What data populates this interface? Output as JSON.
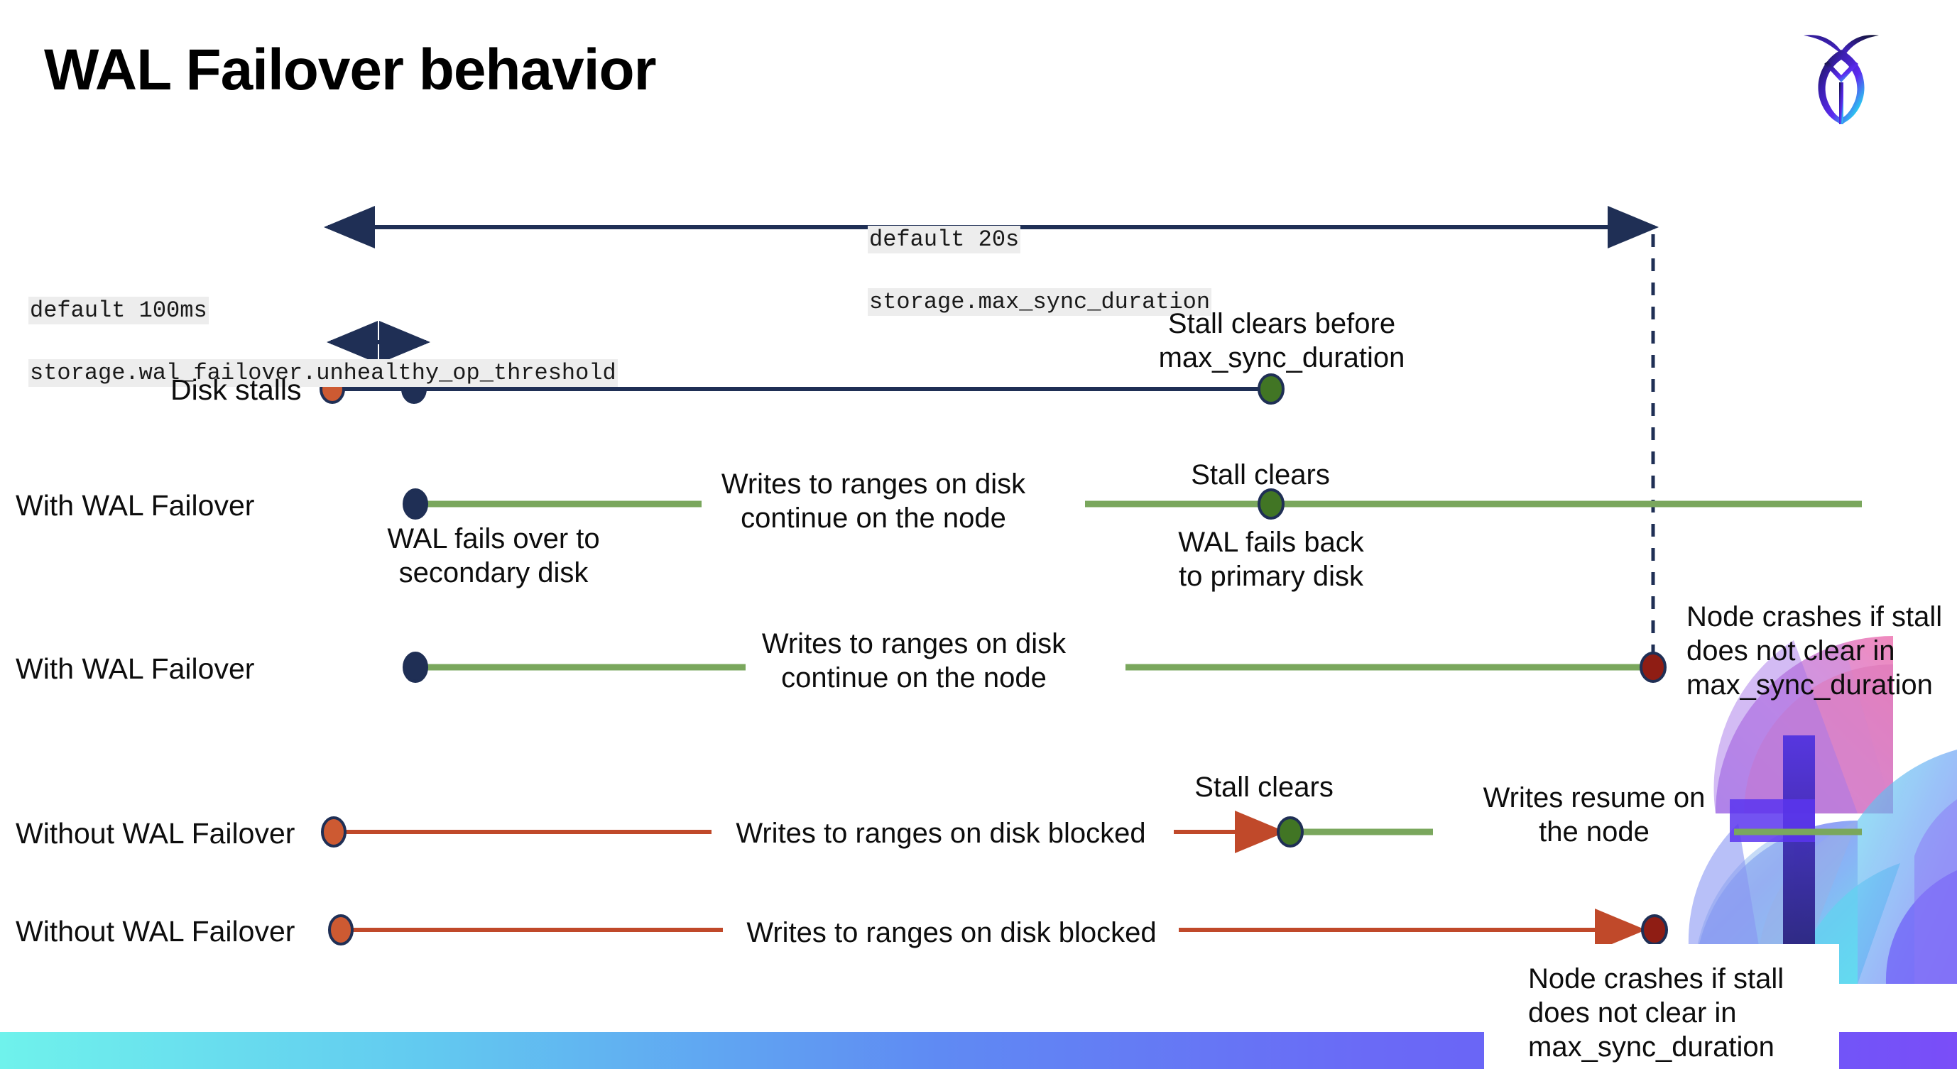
{
  "slide": {
    "title": "WAL Failover behavior",
    "logo_icon": "cockroach-logo-icon",
    "background_color": "#ffffff",
    "bottom_bar_gradient": [
      "#6ff2ec",
      "#5f8af3",
      "#7a4df8"
    ]
  },
  "colors": {
    "navy": "#1f2f55",
    "green_line": "#7aa75d",
    "green_dot": "#417524",
    "orange_line": "#c0492a",
    "orange_dot": "#cd5a32",
    "dark_red_dot": "#8f1d14",
    "code_bg": "#ededed",
    "text": "#0d0d0d"
  },
  "annotations": {
    "max_sync": {
      "default": "default 20s",
      "setting": "storage.max_sync_duration"
    },
    "unhealthy_threshold": {
      "default": "default 100ms",
      "setting": "storage.wal_failover.unhealthy_op_threshold"
    }
  },
  "rows": [
    {
      "id": "disk-stalls",
      "name": "Disk stalls",
      "captions": [
        {
          "id": "stall-clears-before",
          "text": "Stall clears before\nmax_sync_duration"
        }
      ]
    },
    {
      "id": "with-wal-failover-1",
      "name": "With WAL Failover",
      "captions": [
        {
          "id": "wal-fails-over",
          "text": "WAL fails over to\nsecondary disk"
        },
        {
          "id": "writes-continue-1",
          "text": "Writes to ranges on disk\ncontinue on the node"
        },
        {
          "id": "stall-clears-1",
          "text": "Stall clears"
        },
        {
          "id": "wal-fails-back",
          "text": "WAL fails  back\nto primary disk"
        }
      ]
    },
    {
      "id": "with-wal-failover-2",
      "name": "With WAL Failover",
      "captions": [
        {
          "id": "writes-continue-2",
          "text": "Writes to ranges on disk\ncontinue on the node"
        },
        {
          "id": "node-crashes-1",
          "text": "Node crashes if stall\ndoes not clear in\nmax_sync_duration"
        }
      ]
    },
    {
      "id": "without-wal-failover-1",
      "name": "Without WAL Failover",
      "captions": [
        {
          "id": "writes-blocked-1",
          "text": "Writes to ranges on disk  blocked"
        },
        {
          "id": "stall-clears-2",
          "text": "Stall clears"
        },
        {
          "id": "writes-resume",
          "text": "Writes resume on\nthe node"
        }
      ]
    },
    {
      "id": "without-wal-failover-2",
      "name": "Without WAL Failover",
      "captions": [
        {
          "id": "writes-blocked-2",
          "text": "Writes to ranges on disk  blocked"
        },
        {
          "id": "node-crashes-2",
          "text": "Node crashes if stall\ndoes not clear in\nmax_sync_duration"
        }
      ]
    }
  ],
  "icons": {
    "arrow_left": "arrow-left-icon",
    "arrow_right": "arrow-right-icon",
    "double_arrow": "double-headed-arrow-icon",
    "dashed_guide": "dashed-guideline-icon"
  }
}
